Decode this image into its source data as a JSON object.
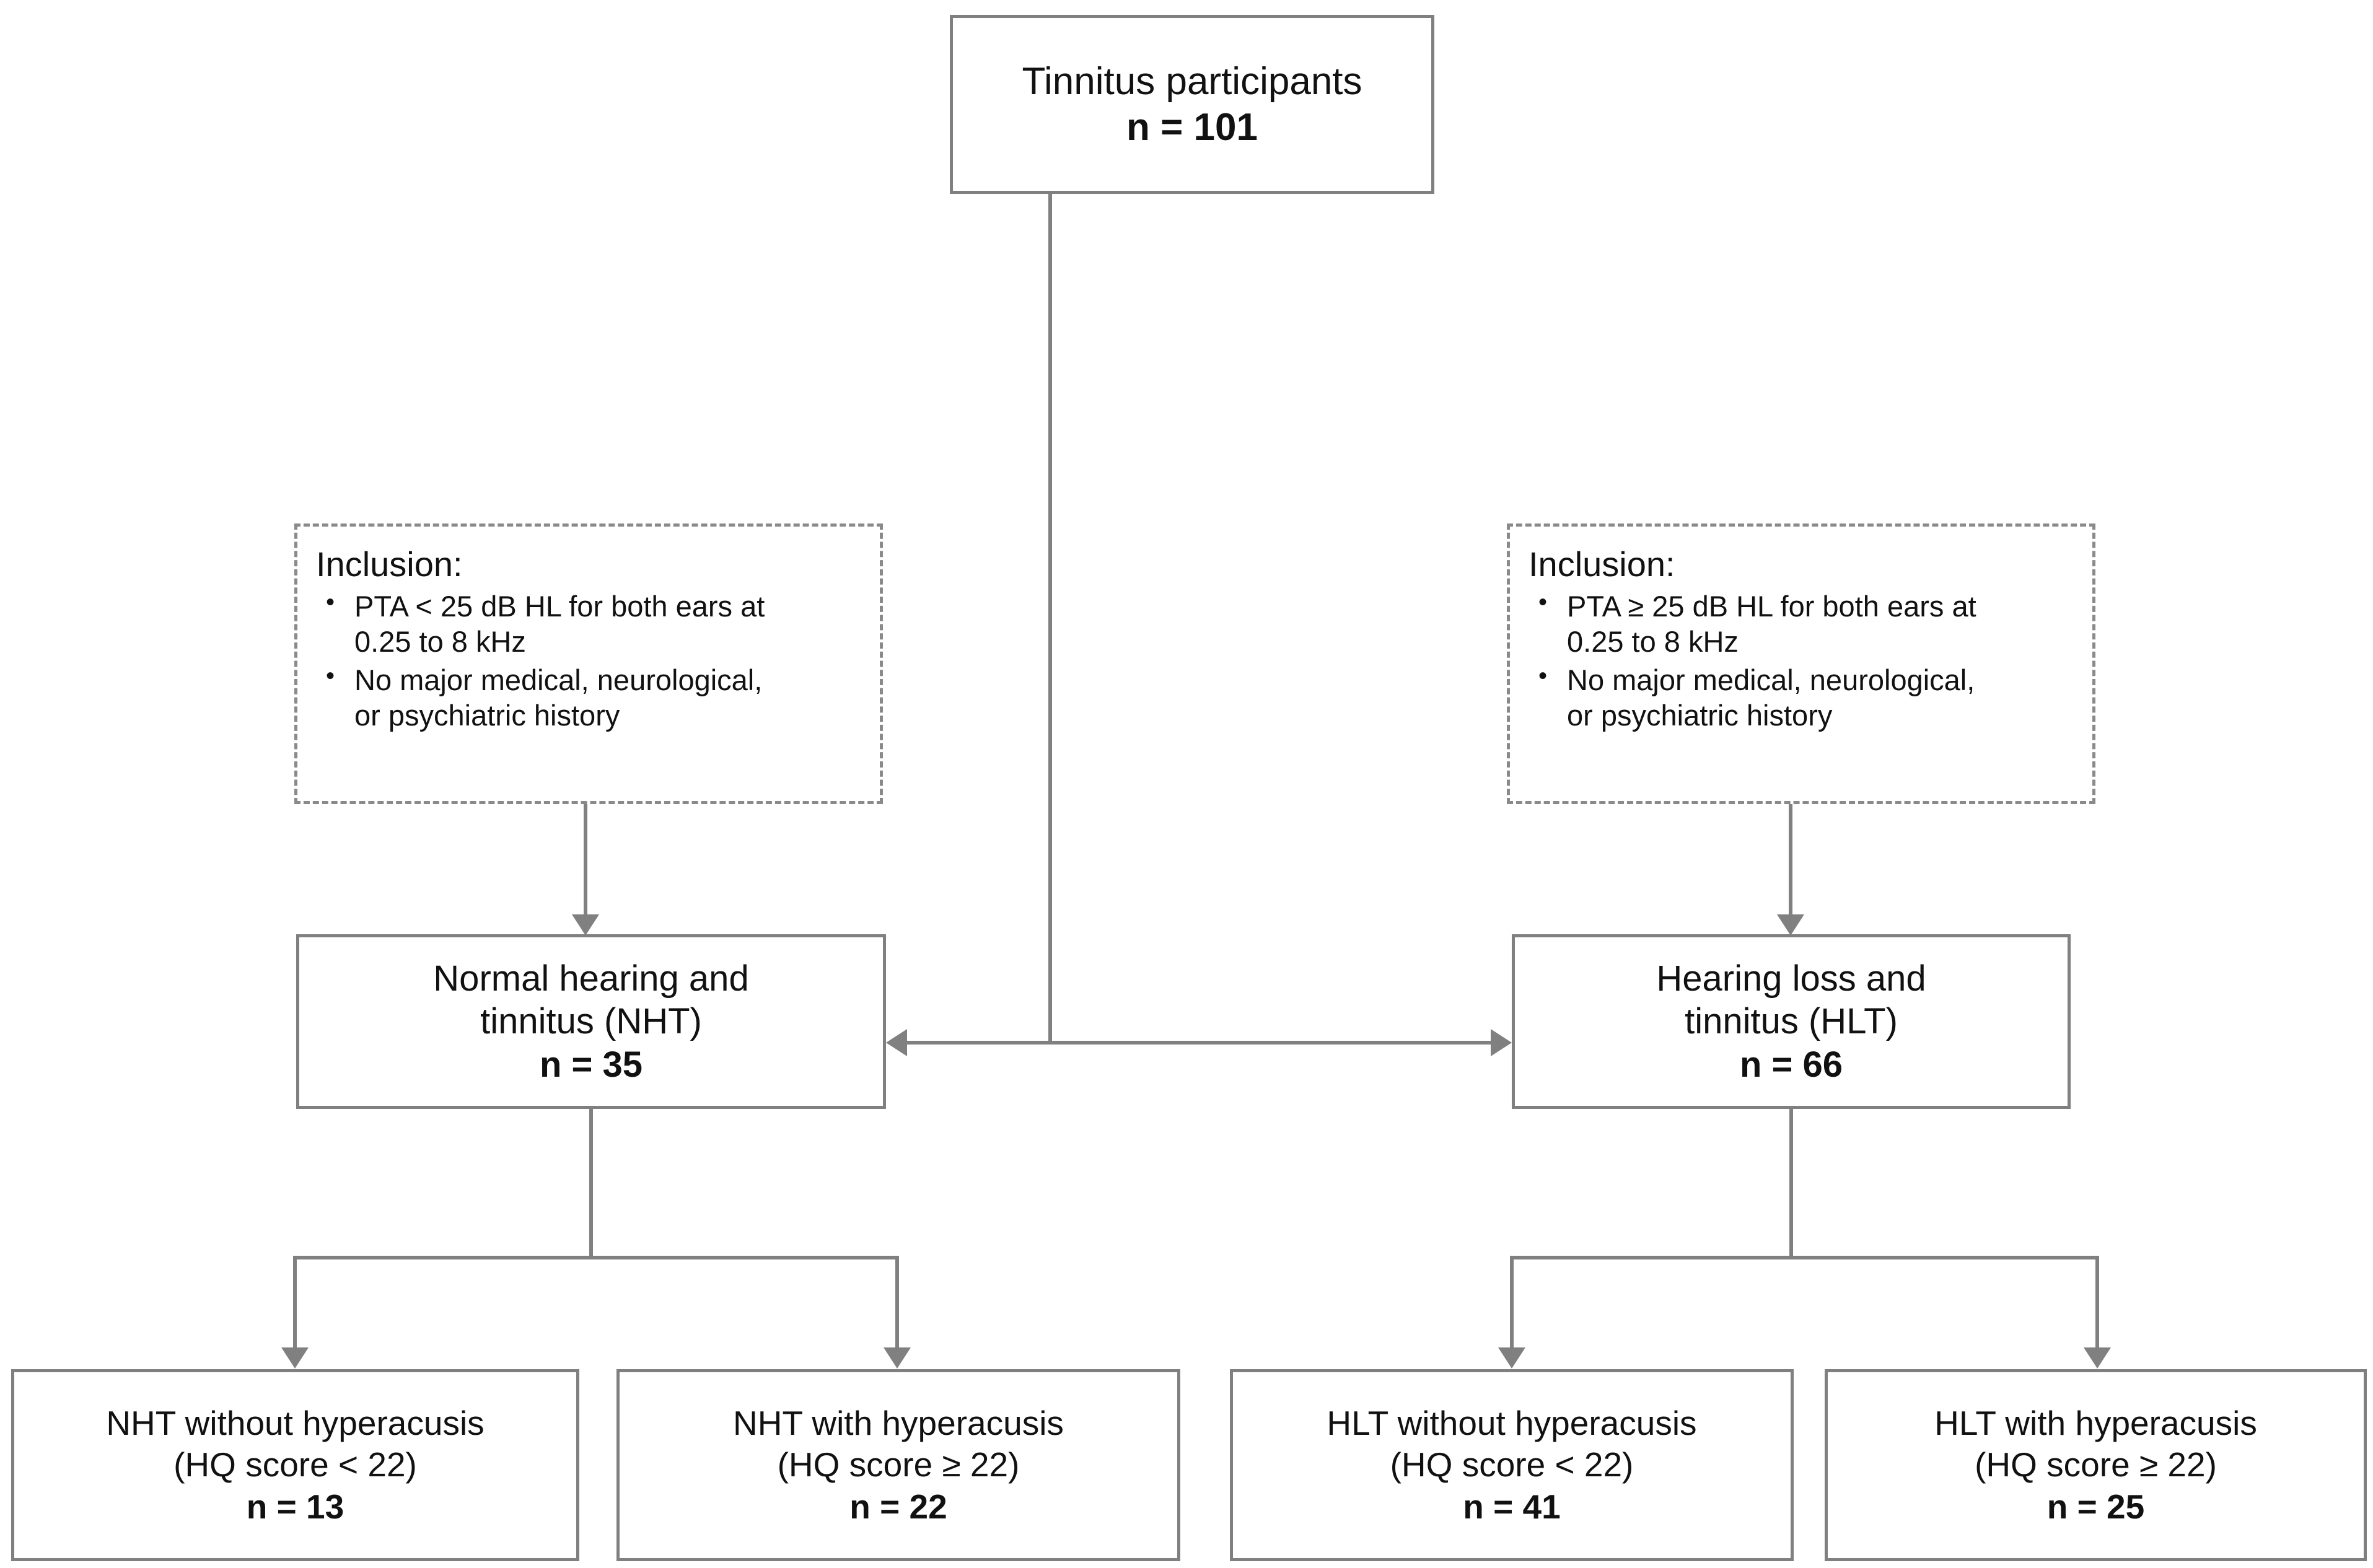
{
  "figure": {
    "type": "flowchart",
    "orientation": "top-down",
    "line_color": "#808080",
    "text_color": "#111111",
    "background": "#ffffff"
  },
  "nodes": {
    "top": {
      "label": "Tinnitus participants",
      "count_label": "n = 101",
      "count": 101,
      "style": "solid"
    },
    "inclusion_left": {
      "title": "Inclusion:",
      "bullet_glyph": "•",
      "items": [
        "PTA < 25 dB HL for both ears at 0.25 to 8 kHz",
        "No major medical, neurological, or psychiatric history"
      ],
      "item_lines": [
        [
          "PTA < 25 dB HL for both ears at",
          "0.25 to 8 kHz"
        ],
        [
          "No major medical, neurological,",
          "or psychiatric history"
        ]
      ],
      "style": "dashed"
    },
    "inclusion_right": {
      "title": "Inclusion:",
      "bullet_glyph": "•",
      "items": [
        "PTA ≥ 25 dB HL for both ears at 0.25 to 8 kHz",
        "No major medical, neurological, or psychiatric history"
      ],
      "item_lines": [
        [
          "PTA ≥ 25 dB HL for both ears at",
          "0.25 to 8 kHz"
        ],
        [
          "No major medical, neurological,",
          "or psychiatric history"
        ]
      ],
      "style": "dashed"
    },
    "nht": {
      "line1": "Normal hearing and",
      "line2": "tinnitus (NHT)",
      "count_label": "n = 35",
      "count": 35,
      "abbreviation": "NHT",
      "style": "solid"
    },
    "hlt": {
      "line1": "Hearing loss and",
      "line2": "tinnitus (HLT)",
      "count_label": "n = 66",
      "count": 66,
      "abbreviation": "HLT",
      "style": "solid"
    },
    "leaves": [
      {
        "line1": "NHT without hyperacusis",
        "line2": "(HQ score < 22)",
        "count_label": "n = 13",
        "count": 13,
        "style": "solid"
      },
      {
        "line1": "NHT with hyperacusis",
        "line2": "(HQ score ≥ 22)",
        "count_label": "n = 22",
        "count": 22,
        "style": "solid"
      },
      {
        "line1": "HLT without hyperacusis",
        "line2": "(HQ score < 22)",
        "count_label": "n = 41",
        "count": 41,
        "style": "solid"
      },
      {
        "line1": "HLT with hyperacusis",
        "line2": "(HQ score ≥ 22)",
        "count_label": "n = 25",
        "count": 25,
        "style": "solid"
      }
    ]
  }
}
